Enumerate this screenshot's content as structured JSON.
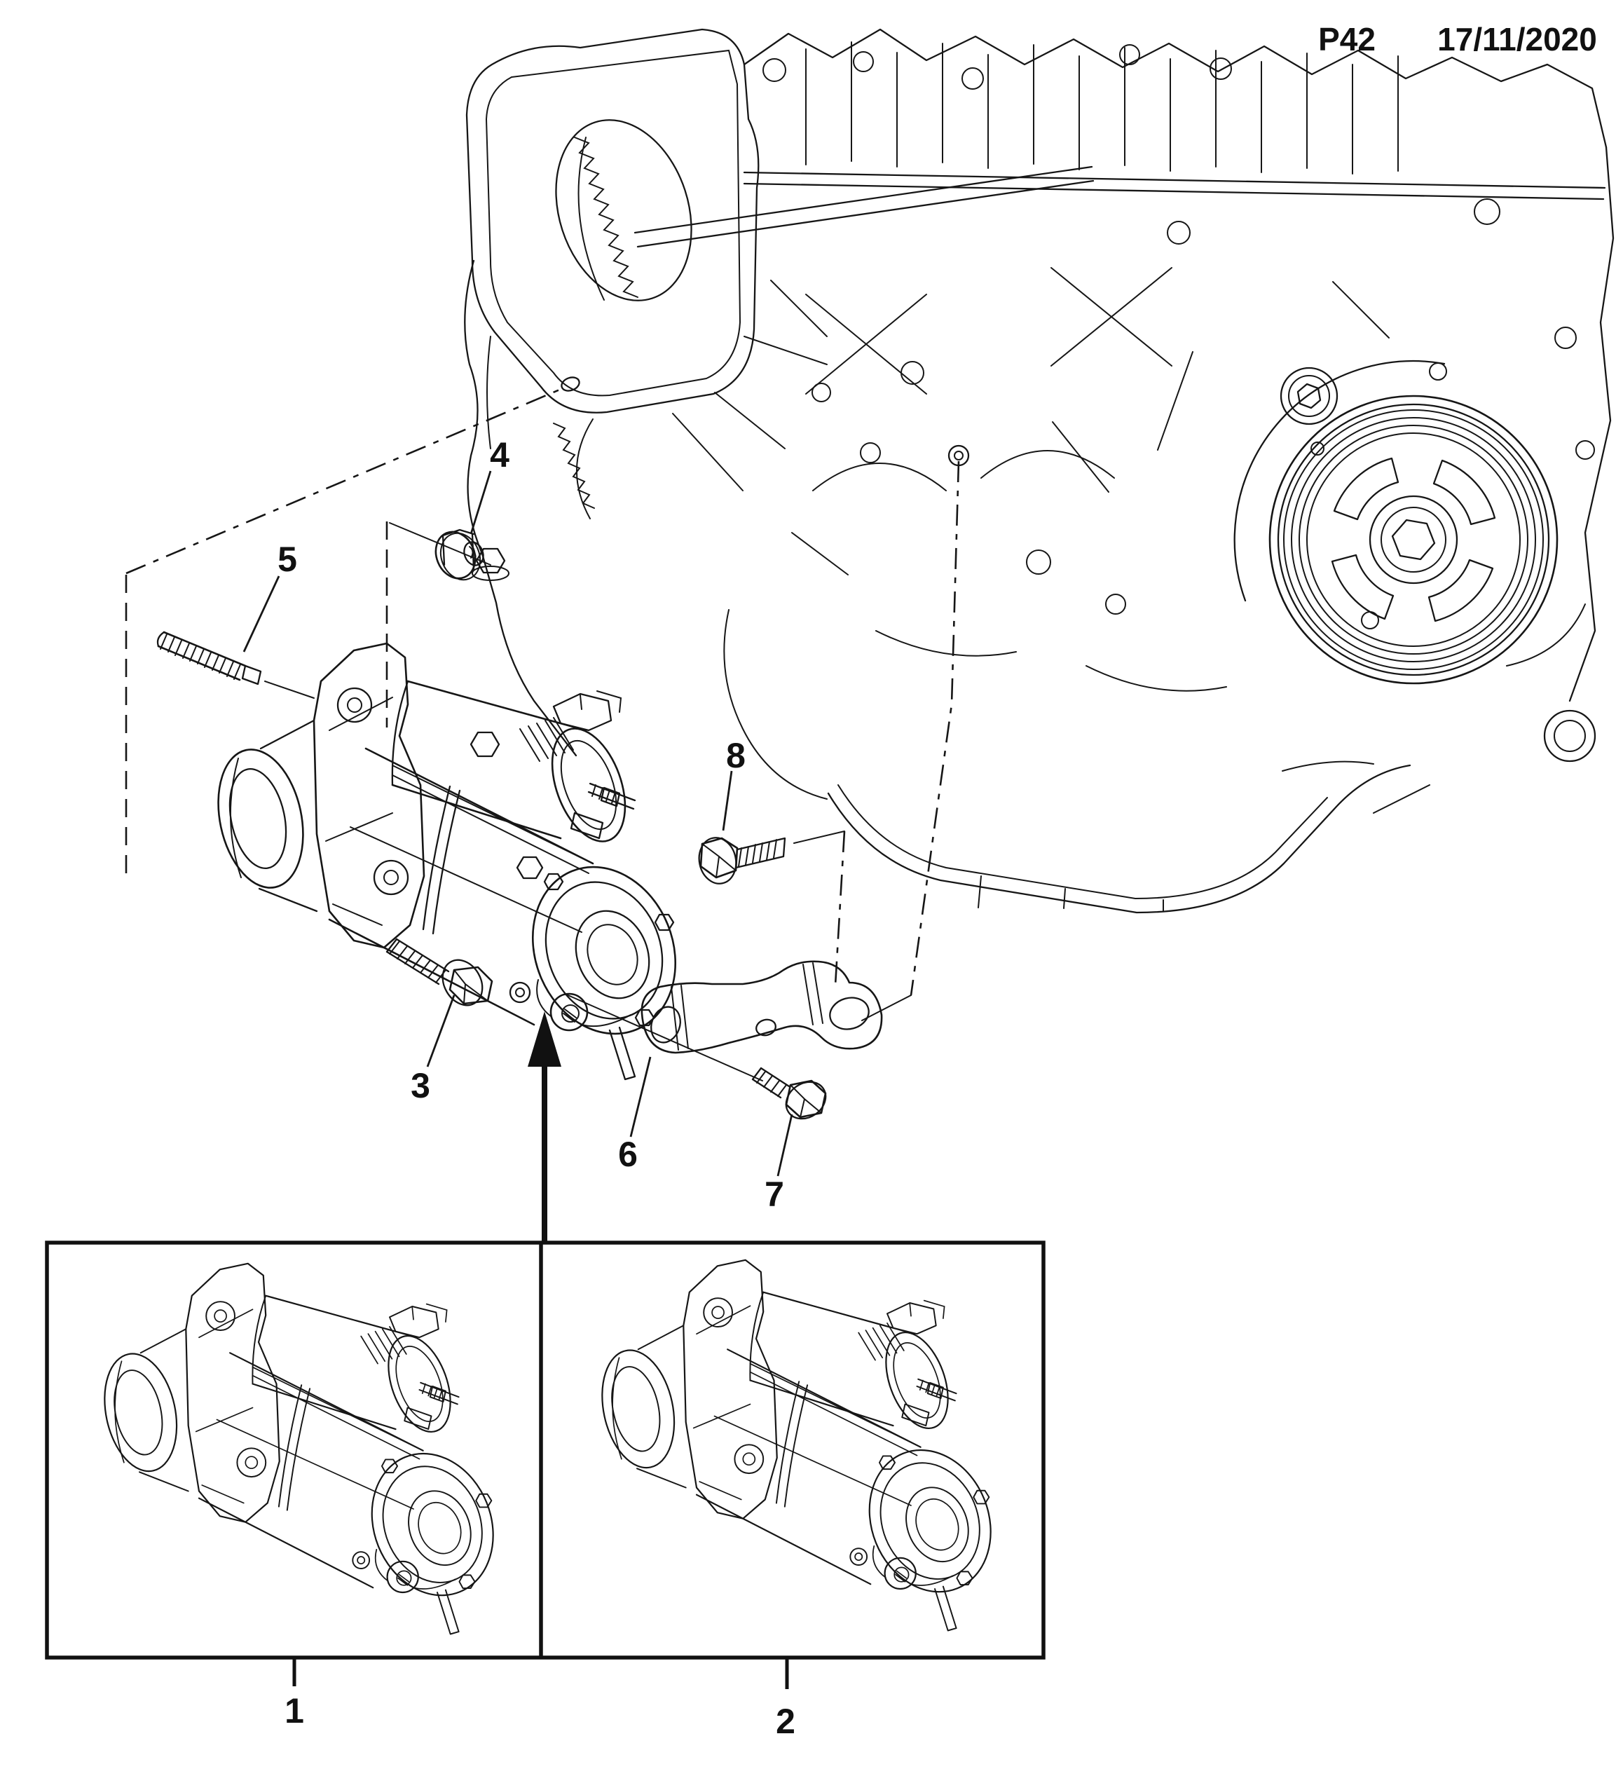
{
  "page": {
    "code": "P42",
    "date": "17/11/2020"
  },
  "colors": {
    "line": "#161616",
    "background": "#ffffff",
    "arrow_fill": "#111111"
  },
  "callouts": {
    "c1": {
      "label": "1",
      "target": "starter-motor-variant-1"
    },
    "c2": {
      "label": "2",
      "target": "starter-motor-variant-2"
    },
    "c3": {
      "label": "3",
      "target": "starter-mounting-bolt"
    },
    "c4": {
      "label": "4",
      "target": "mounting-nut"
    },
    "c5": {
      "label": "5",
      "target": "mounting-stud"
    },
    "c6": {
      "label": "6",
      "target": "starter-support-bracket"
    },
    "c7": {
      "label": "7",
      "target": "bracket-to-starter-bolt"
    },
    "c8": {
      "label": "8",
      "target": "bracket-to-engine-bolt"
    }
  }
}
